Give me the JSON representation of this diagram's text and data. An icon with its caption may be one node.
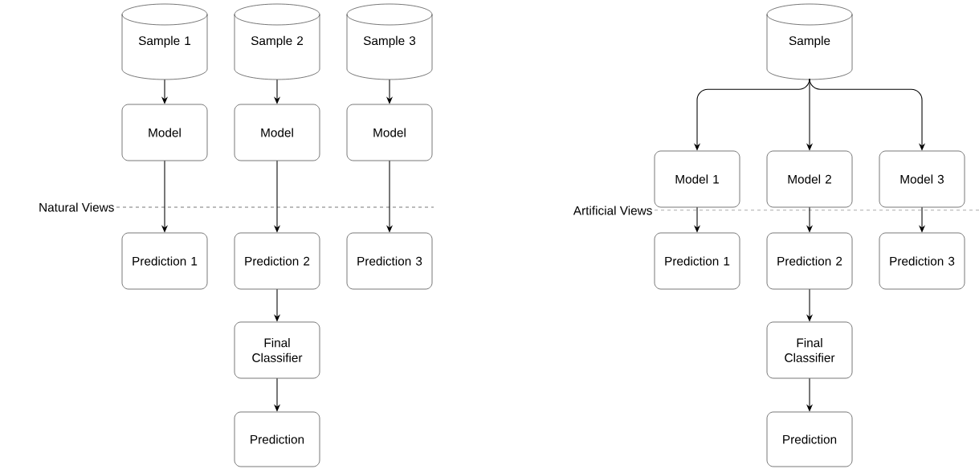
{
  "diagram": {
    "nodes": [
      {
        "text": [
          "Sample 1"
        ]
      },
      {
        "text": [
          "Sample 2"
        ]
      },
      {
        "text": [
          "Sample 3"
        ]
      },
      {
        "text": [
          "Model"
        ]
      },
      {
        "text": [
          "Model"
        ]
      },
      {
        "text": [
          "Model"
        ]
      },
      {
        "text": [
          "Prediction 1"
        ]
      },
      {
        "text": [
          "Prediction 2"
        ]
      },
      {
        "text": [
          "Prediction 3"
        ]
      },
      {
        "text": [
          "Final Classifier"
        ]
      },
      {
        "text": [
          "Prediction"
        ]
      },
      {
        "text": [
          "Sample"
        ]
      },
      {
        "text": [
          "Model 1"
        ]
      },
      {
        "text": [
          "Model 2"
        ]
      },
      {
        "text": [
          "Model 3"
        ]
      },
      {
        "text": [
          "Prediction 1"
        ]
      },
      {
        "text": [
          "Prediction 2"
        ]
      },
      {
        "text": [
          "Prediction 3"
        ]
      },
      {
        "text": [
          "Final Classifier"
        ]
      },
      {
        "text": [
          "Prediction"
        ]
      }
    ],
    "edges": [
      {
        "from": 0,
        "to": 3,
        "arrow": "to"
      },
      {
        "from": 1,
        "to": 4,
        "arrow": "to"
      },
      {
        "from": 2,
        "to": 5,
        "arrow": "to"
      },
      {
        "from": 3,
        "to": 6,
        "arrow": "to"
      },
      {
        "from": 4,
        "to": 7,
        "arrow": "to"
      },
      {
        "from": 5,
        "to": 8,
        "arrow": "to"
      },
      {
        "from": 7,
        "to": 9,
        "arrow": "to"
      },
      {
        "from": 9,
        "to": 10,
        "arrow": "to"
      },
      {
        "from": 11,
        "to": 12,
        "arrow": "to"
      },
      {
        "from": 11,
        "to": 13,
        "arrow": "to"
      },
      {
        "from": 11,
        "to": 14,
        "arrow": "to"
      },
      {
        "from": 12,
        "to": 15,
        "arrow": "to"
      },
      {
        "from": 13,
        "to": 16,
        "arrow": "to"
      },
      {
        "from": 14,
        "to": 17,
        "arrow": "to"
      },
      {
        "from": 16,
        "to": 18,
        "arrow": "to"
      },
      {
        "from": 18,
        "to": 19,
        "arrow": "to"
      }
    ],
    "labels": [
      "Natural Views",
      "Artificial Views"
    ]
  }
}
